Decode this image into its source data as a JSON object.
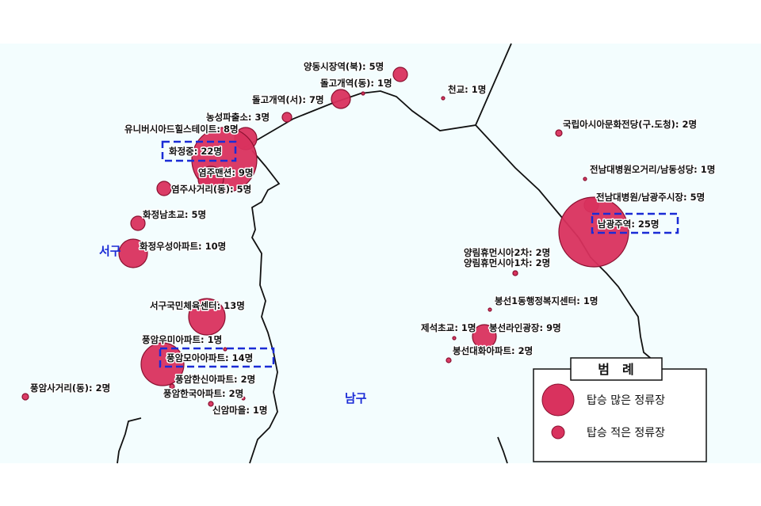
{
  "map": {
    "districts": [
      "서구",
      "남구"
    ],
    "colors": {
      "stop_fill": "#d9325e",
      "stop_stroke": "#8a1030",
      "highlight_box": "#1a2bd6",
      "background": "#f3fdfe"
    },
    "stops": [
      {
        "name": "양동시장역(북)",
        "count": 5,
        "label": "양동시장역(북): 5명"
      },
      {
        "name": "돌고개역(동)",
        "count": 1,
        "label": "돌고개역(동): 1명"
      },
      {
        "name": "돌고개역(서)",
        "count": 7,
        "label": "돌고개역(서): 7명"
      },
      {
        "name": "농성파출소",
        "count": 3,
        "label": "농성파출소: 3명"
      },
      {
        "name": "유니버시아드힐스테이트",
        "count": 8,
        "label": "유니버시아드힐스테이트: 8명"
      },
      {
        "name": "화정중",
        "count": 22,
        "label": "화정중: 22명",
        "highlighted": true
      },
      {
        "name": "염주맨션",
        "count": 9,
        "label": "염주맨션: 9명"
      },
      {
        "name": "염주사거리(동)",
        "count": 5,
        "label": "염주사거리(동): 5명"
      },
      {
        "name": "화정남초교",
        "count": 5,
        "label": "화정남초교: 5명"
      },
      {
        "name": "화정우성아파트",
        "count": 10,
        "label": "화정우성아파트: 10명"
      },
      {
        "name": "서구국민체육센터",
        "count": 13,
        "label": "서구국민체육센터: 13명"
      },
      {
        "name": "풍암우미아파트",
        "count": 1,
        "label": "풍암우미아파트: 1명"
      },
      {
        "name": "풍암모아아파트",
        "count": 14,
        "label": "풍암모아아파트: 14명",
        "highlighted": true
      },
      {
        "name": "풍암한신아파트",
        "count": 2,
        "label": "풍암한신아파트: 2명"
      },
      {
        "name": "풍암한국아파트",
        "count": 2,
        "label": "풍암한국아파트: 2명"
      },
      {
        "name": "신암마을",
        "count": 1,
        "label": "신암마을: 1명"
      },
      {
        "name": "풍암사거리(동)",
        "count": 2,
        "label": "풍암사거리(동): 2명"
      },
      {
        "name": "천교",
        "count": 1,
        "label": "천교: 1명"
      },
      {
        "name": "국립아시아문화전당(구.도청)",
        "count": 2,
        "label": "국립아시아문화전당(구.도청): 2명"
      },
      {
        "name": "전남대병원오거리/남동성당",
        "count": 1,
        "label": "전남대병원오거리/남동성당: 1명"
      },
      {
        "name": "전남대병원/남광주시장",
        "count": 5,
        "label": "전남대병원/남광주시장: 5명"
      },
      {
        "name": "남광주역",
        "count": 25,
        "label": "남광주역: 25명",
        "highlighted": true
      },
      {
        "name": "양림휴먼시아2차",
        "count": 2,
        "label": "양림휴먼시아2차: 2명"
      },
      {
        "name": "양림휴먼시아1차",
        "count": 2,
        "label": "양림휴먼시아1차: 2명"
      },
      {
        "name": "봉선1동행정복지센터",
        "count": 1,
        "label": "봉선1동행정복지센터: 1명"
      },
      {
        "name": "제석초교",
        "count": 1,
        "label": "제석초교: 1명"
      },
      {
        "name": "봉선라인광장",
        "count": 9,
        "label": "봉선라인광장: 9명"
      },
      {
        "name": "봉선대화아파트",
        "count": 2,
        "label": "봉선대화아파트: 2명"
      }
    ]
  },
  "legend": {
    "title": "범　례",
    "items": [
      {
        "label": "탑승 많은 정류장",
        "icon": "large-circle"
      },
      {
        "label": "탑승 적은 정류장",
        "icon": "small-circle"
      }
    ]
  }
}
